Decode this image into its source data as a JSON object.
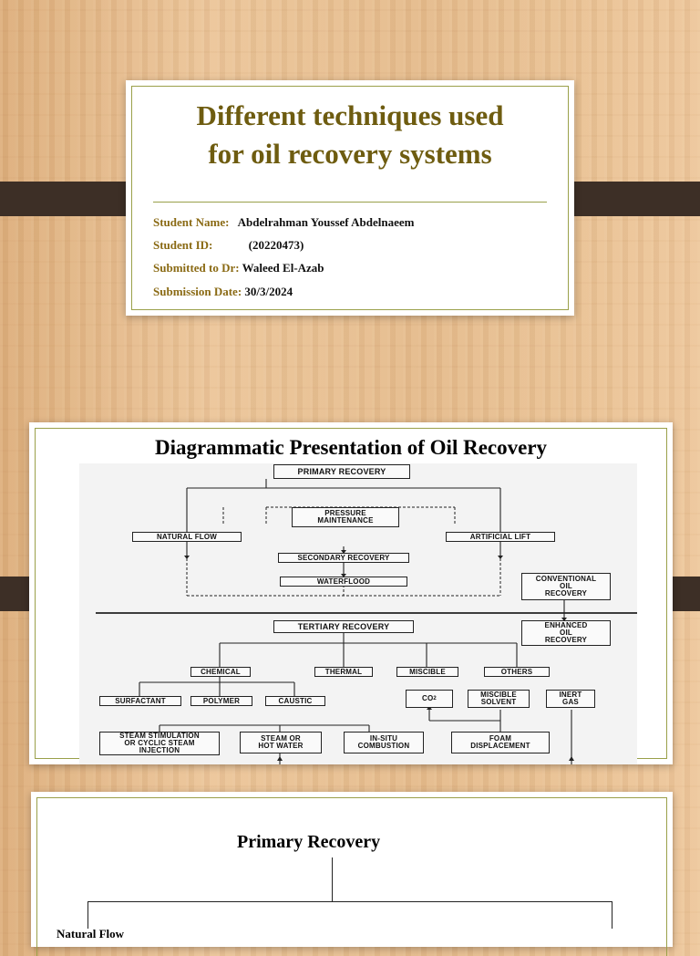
{
  "slide1": {
    "title_line1": "Different techniques used",
    "title_line2": "for oil recovery systems",
    "student_name_label": "Student Name:",
    "student_name": "Abdelrahman Youssef Abdelnaeem",
    "student_id_label": "Student ID:",
    "student_id": "(20220473)",
    "submitted_label": "Submitted to Dr:",
    "submitted_to": "Waleed El-Azab",
    "date_label": "Submission Date:",
    "date": "30/3/2024"
  },
  "slide2": {
    "title": "Diagrammatic Presentation of Oil Recovery",
    "boxes": {
      "primary": "PRIMARY RECOVERY",
      "pressure": "PRESSURE\nMAINTENANCE",
      "natural_flow": "NATURAL FLOW",
      "artificial_lift": "ARTIFICIAL LIFT",
      "secondary": "SECONDARY RECOVERY",
      "waterflood": "WATERFLOOD",
      "conventional": "CONVENTIONAL\nOIL\nRECOVERY",
      "tertiary": "TERTIARY RECOVERY",
      "enhanced": "ENHANCED\nOIL\nRECOVERY",
      "chemical": "CHEMICAL",
      "thermal": "THERMAL",
      "miscible": "MISCIBLE",
      "others": "OTHERS",
      "surfactant": "SURFACTANT",
      "polymer": "POLYMER",
      "caustic": "CAUSTIC",
      "co2": "CO",
      "co2_sub": "2",
      "miscible_solvent": "MISCIBLE\nSOLVENT",
      "inert_gas": "INERT\nGAS",
      "steam_stimulation": "STEAM STIMULATION\nOR CYCLIC STEAM\nINJECTION",
      "steam_hot_water": "STEAM OR\nHOT WATER",
      "in_situ": "IN-SITU\nCOMBUSTION",
      "foam": "FOAM\nDISPLACEMENT"
    }
  },
  "slide3": {
    "title": "Primary Recovery",
    "natural_flow": "Natural Flow"
  },
  "colors": {
    "title_gold": "#6e5c10",
    "label_gold": "#8a6a14",
    "frame_olive": "#9aa04a",
    "strip_brown": "#3d2f26"
  }
}
